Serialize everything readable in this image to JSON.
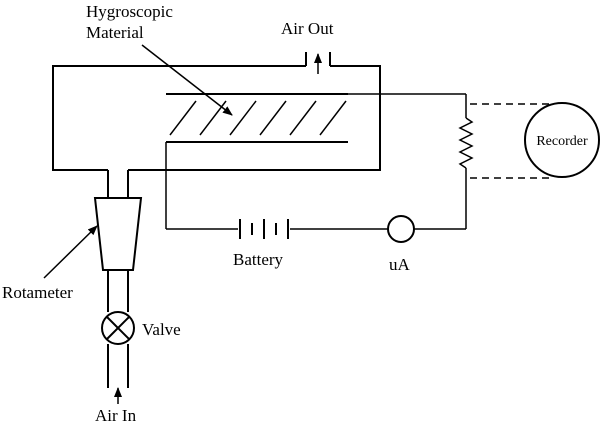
{
  "labels": {
    "hygroscopic_line1": "Hygroscopic",
    "hygroscopic_line2": "Material",
    "air_out": "Air Out",
    "recorder": "Recorder",
    "battery": "Battery",
    "microammeter": "uA",
    "rotameter": "Rotameter",
    "valve": "Valve",
    "air_in": "Air In"
  }
}
